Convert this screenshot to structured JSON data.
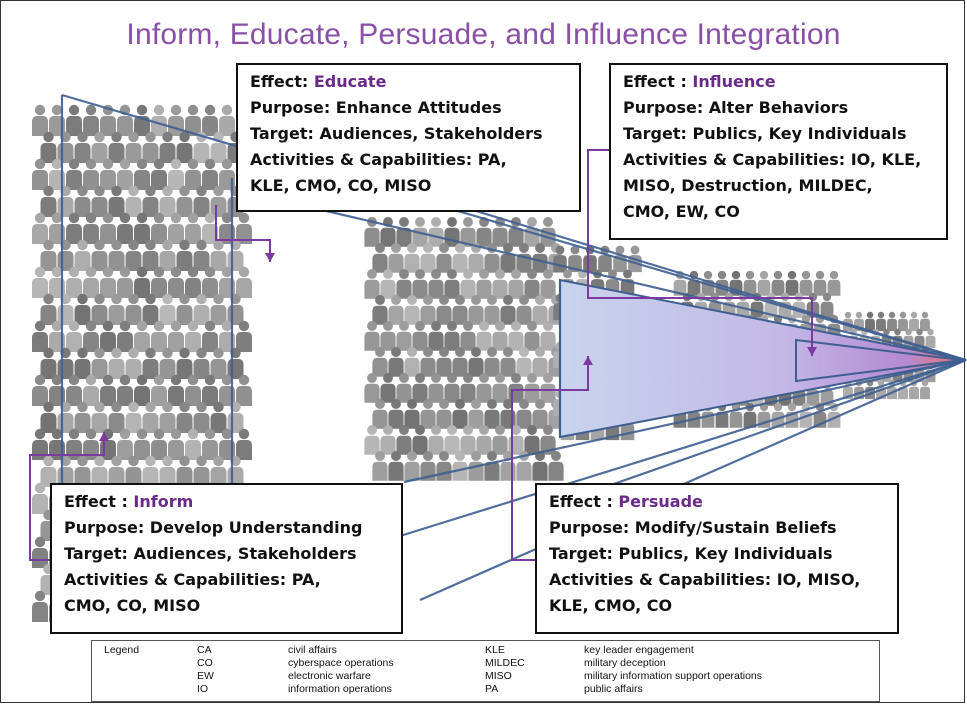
{
  "title": "Inform, Educate, Persuade, and Influence Integration",
  "colors": {
    "title": "#8a4fa6",
    "effect_word": "#6a2a8a",
    "connector": "#7a3aa0",
    "funnel_outline": "#3e5f92",
    "people": "#8f8f8f"
  },
  "boxes": {
    "educate": {
      "effect_label": "Effect:",
      "effect_value": "Educate",
      "purpose": "Purpose: Enhance Attitudes",
      "target": "Target: Audiences, Stakeholders",
      "activities_1": "Activities & Capabilities: PA,",
      "activities_2": "KLE, CMO, CO, MISO"
    },
    "influence": {
      "effect_label": "Effect :",
      "effect_value": "Influence",
      "purpose": "Purpose: Alter Behaviors",
      "target": "Target: Publics, Key Individuals",
      "activities_1": "Activities & Capabilities: IO, KLE,",
      "activities_2": "MISO, Destruction, MILDEC,",
      "activities_3": "CMO, EW, CO"
    },
    "inform": {
      "effect_label": "Effect :",
      "effect_value": "Inform",
      "purpose": "Purpose: Develop Understanding",
      "target": "Target: Audiences, Stakeholders",
      "activities_1": "Activities & Capabilities: PA,",
      "activities_2": "CMO, CO, MISO"
    },
    "persuade": {
      "effect_label": "Effect :",
      "effect_value": "Persuade",
      "purpose": "Purpose: Modify/Sustain Beliefs",
      "target": "Target: Publics, Key Individuals",
      "activities_1": "Activities & Capabilities: IO, MISO,",
      "activities_2": "KLE, CMO, CO"
    }
  },
  "legend": {
    "title": "Legend",
    "rows": [
      {
        "a1": "CA",
        "d1": "civil affairs",
        "a2": "KLE",
        "d2": "key leader engagement"
      },
      {
        "a1": "CO",
        "d1": "cyberspace operations",
        "a2": "MILDEC",
        "d2": "military deception"
      },
      {
        "a1": "EW",
        "d1": "electronic warfare",
        "a2": "MISO",
        "d2": "military information support operations"
      },
      {
        "a1": "IO",
        "d1": "information operations",
        "a2": "PA",
        "d2": "public affairs"
      }
    ]
  }
}
